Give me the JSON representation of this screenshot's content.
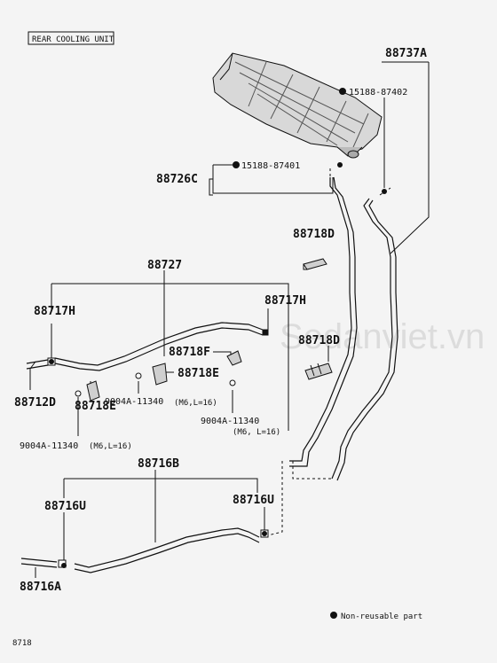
{
  "header": {
    "box_label": "REAR COOLING UNIT"
  },
  "parts": {
    "p88737A": "88737A",
    "p15188_87402": "15188-87402",
    "p15188_87401": "15188-87401",
    "p88726C": "88726C",
    "p88718D_top": "88718D",
    "p88727": "88727",
    "p88717H_left": "88717H",
    "p88717H_right": "88717H",
    "p88718D_mid": "88718D",
    "p88718F": "88718F",
    "p88718E_mid": "88718E",
    "p88712D": "88712D",
    "p88718E_left": "88718E",
    "p9004A_mid": "9004A-11340",
    "p9004A_mid_note": "(M6,L=16)",
    "p9004A_right": "9004A-11340",
    "p9004A_right_note": "(M6, L=16)",
    "p9004A_left": "9004A-11340",
    "p9004A_left_note": "(M6,L=16)",
    "p88716B": "88716B",
    "p88716U_left": "88716U",
    "p88716U_right": "88716U",
    "p88716A": "88716A"
  },
  "legend": {
    "non_reusable": "Non-reusable part"
  },
  "footer": {
    "code": "8718"
  },
  "watermark": "Sedanviet.vn"
}
